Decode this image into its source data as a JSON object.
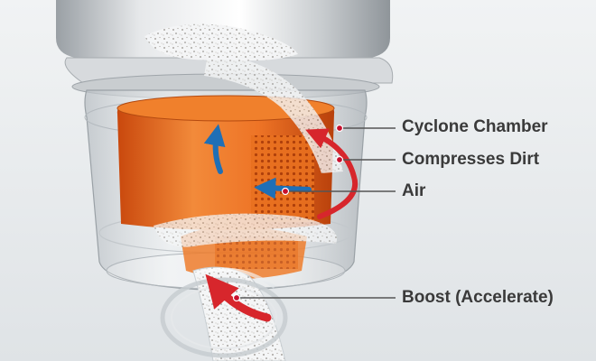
{
  "colors": {
    "background": "#e9ecee",
    "label_text": "#3a3a3a",
    "callout_line": "#555555",
    "callout_dot": "#c8102e",
    "dirt_arrow": "#d7262c",
    "air_arrow": "#1f6fb6",
    "filter_orange": "#e8671c",
    "housing_silver": "#cfd3d6"
  },
  "callouts": {
    "cyclone_chamber": "Cyclone Chamber",
    "compresses_dirt": "Compresses Dirt",
    "air": "Air",
    "boost": "Boost (Accelerate)"
  },
  "icons": {
    "dirt_flow": "red-arrow-icon",
    "air_flow": "blue-arrow-icon"
  }
}
